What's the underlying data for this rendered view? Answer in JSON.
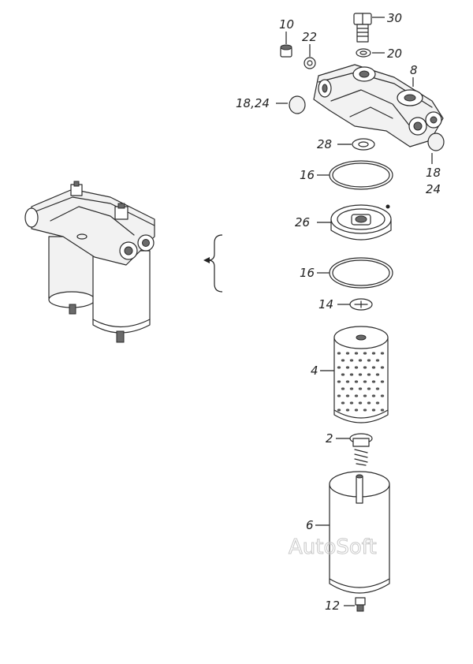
{
  "callouts": [
    {
      "id": "c10",
      "text": "10"
    },
    {
      "id": "c22",
      "text": "22"
    },
    {
      "id": "c30",
      "text": "30"
    },
    {
      "id": "c20",
      "text": "20"
    },
    {
      "id": "c8",
      "text": "8"
    },
    {
      "id": "c1824a",
      "text": "18,24"
    },
    {
      "id": "c28",
      "text": "28"
    },
    {
      "id": "c18",
      "text": "18"
    },
    {
      "id": "c24",
      "text": "24"
    },
    {
      "id": "c16a",
      "text": "16"
    },
    {
      "id": "c26",
      "text": "26"
    },
    {
      "id": "c16b",
      "text": "16"
    },
    {
      "id": "c14",
      "text": "14"
    },
    {
      "id": "c4",
      "text": "4"
    },
    {
      "id": "c2",
      "text": "2"
    },
    {
      "id": "c6",
      "text": "6"
    },
    {
      "id": "c12",
      "text": "12"
    }
  ],
  "watermark": "AutoSoft"
}
